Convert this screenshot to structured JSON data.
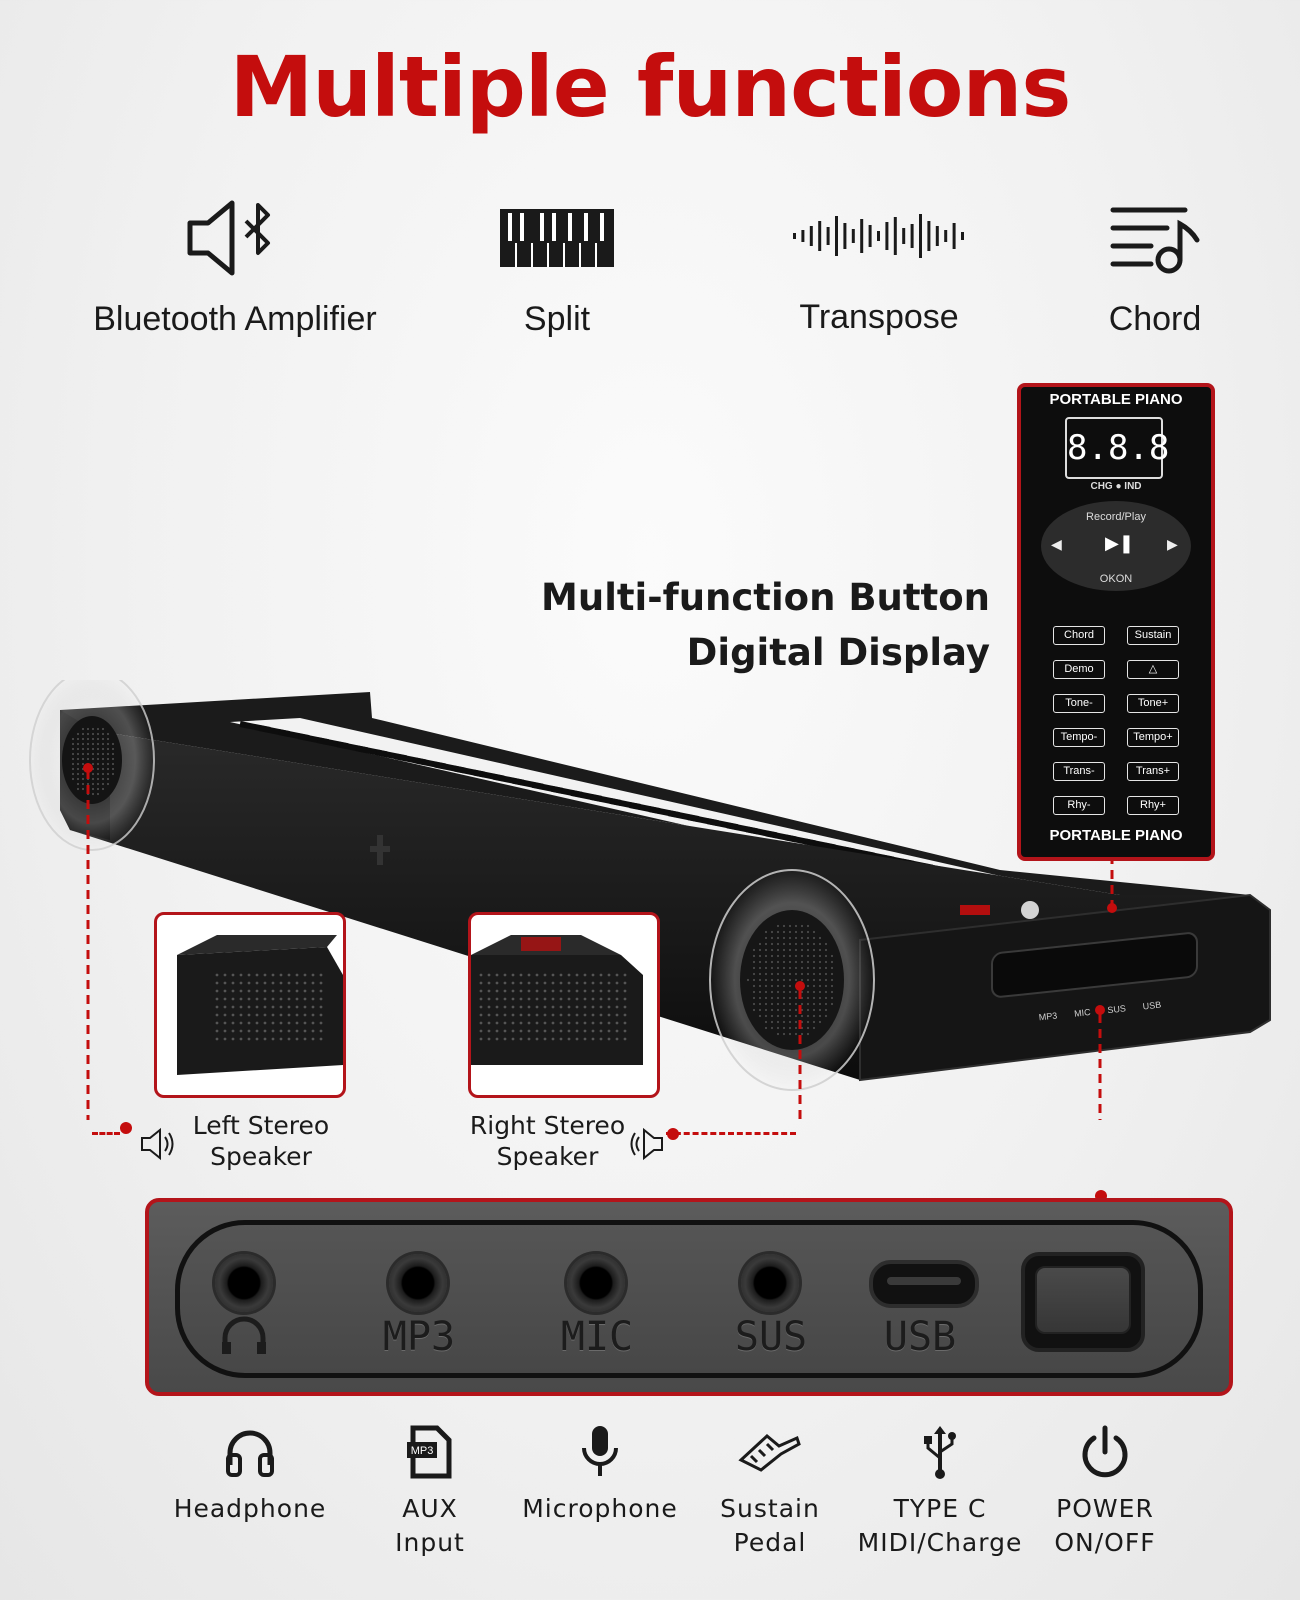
{
  "title": "Multiple functions",
  "features": [
    {
      "label": "Bluetooth Amplifier",
      "icon": "speaker-bluetooth-icon"
    },
    {
      "label": "Split",
      "icon": "piano-keys-icon"
    },
    {
      "label": "Transpose",
      "icon": "soundwave-icon"
    },
    {
      "label": "Chord",
      "icon": "music-list-icon"
    }
  ],
  "control_panel": {
    "top_title": "PORTABLE PIANO",
    "display": "8.8.8",
    "indicator": "CHG ● IND",
    "dial_top": "Record/Play",
    "dial_bottom": "OKON",
    "buttons": [
      [
        "Chord",
        "Sustain"
      ],
      [
        "Demo",
        "metronome-icon"
      ],
      [
        "Tone-",
        "Tone+"
      ],
      [
        "Tempo-",
        "Tempo+"
      ],
      [
        "Trans-",
        "Trans+"
      ],
      [
        "Rhy-",
        "Rhy+"
      ]
    ],
    "bottom_title": "PORTABLE PIANO"
  },
  "callout": {
    "line1": "Multi-function Button",
    "line2": "Digital Display"
  },
  "speakers": {
    "left": {
      "line1": "Left Stereo",
      "line2": "Speaker"
    },
    "right": {
      "line1": "Right Stereo",
      "line2": "Speaker"
    }
  },
  "device_ports": [
    "MP3",
    "MIC",
    "SUS",
    "USB"
  ],
  "port_labels": [
    "MP3",
    "MIC",
    "SUS",
    "USB"
  ],
  "bottom_items": [
    {
      "line1": "Headphone",
      "line2": "",
      "icon": "headphone-icon"
    },
    {
      "line1": "AUX",
      "line2": "Input",
      "icon": "mp3-file-icon",
      "icon_text": "MP3"
    },
    {
      "line1": "Microphone",
      "line2": "",
      "icon": "microphone-icon"
    },
    {
      "line1": "Sustain",
      "line2": "Pedal",
      "icon": "sustain-pedal-icon"
    },
    {
      "line1": "TYPE C",
      "line2": "MIDI/Charge",
      "icon": "usb-icon"
    },
    {
      "line1": "POWER",
      "line2": "ON/OFF",
      "icon": "power-icon"
    }
  ],
  "colors": {
    "accent": "#c40d0d",
    "border_red": "#b3141a",
    "keyboard_body": "#151515"
  }
}
